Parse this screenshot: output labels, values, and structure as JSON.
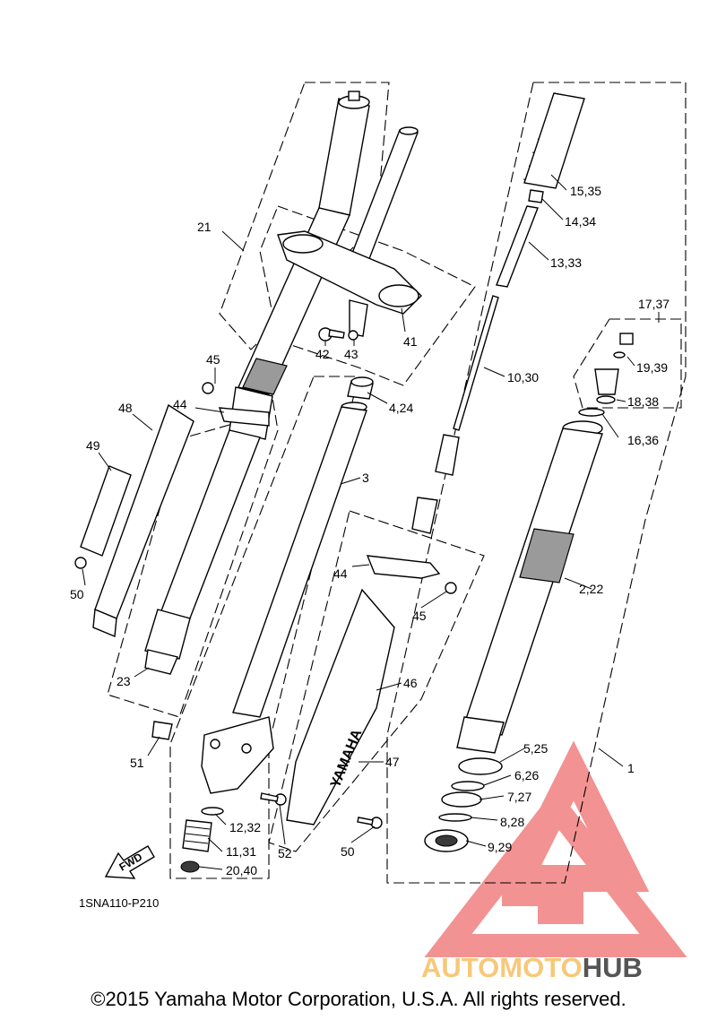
{
  "callouts": {
    "c21": "21",
    "c45a": "45",
    "c44a": "44",
    "c48": "48",
    "c49": "49",
    "c50a": "50",
    "c23": "23",
    "c42": "42",
    "c43": "43",
    "c41": "41",
    "c424": "4,24",
    "c3": "3",
    "c44b": "44",
    "c45b": "45",
    "c46": "46",
    "c47": "47",
    "c51": "51",
    "c1232": "12,32",
    "c1131": "11,31",
    "c2040": "20,40",
    "c52": "52",
    "c50b": "50",
    "c1535": "15,35",
    "c1434": "14,34",
    "c1333": "13,33",
    "c1030": "10,30",
    "c1737": "17,37",
    "c1939": "19,39",
    "c1838": "18,38",
    "c1636": "16,36",
    "c222": "2,22",
    "c525": "5,25",
    "c626": "6,26",
    "c727": "7,27",
    "c828": "8,28",
    "c929": "9,29",
    "c1": "1"
  },
  "fwd_label": "FWD",
  "diagram_code": "1SNA110-P210",
  "slider_brand": "YAMAHA",
  "watermark": {
    "part1": "AUTOMOTO",
    "part2": "HUB",
    "color_light": "#f7c87a",
    "color_dark": "#555555",
    "logo_color": "#f08080"
  },
  "copyright": "©2015 Yamaha Motor Corporation, U.S.A. All rights reserved."
}
